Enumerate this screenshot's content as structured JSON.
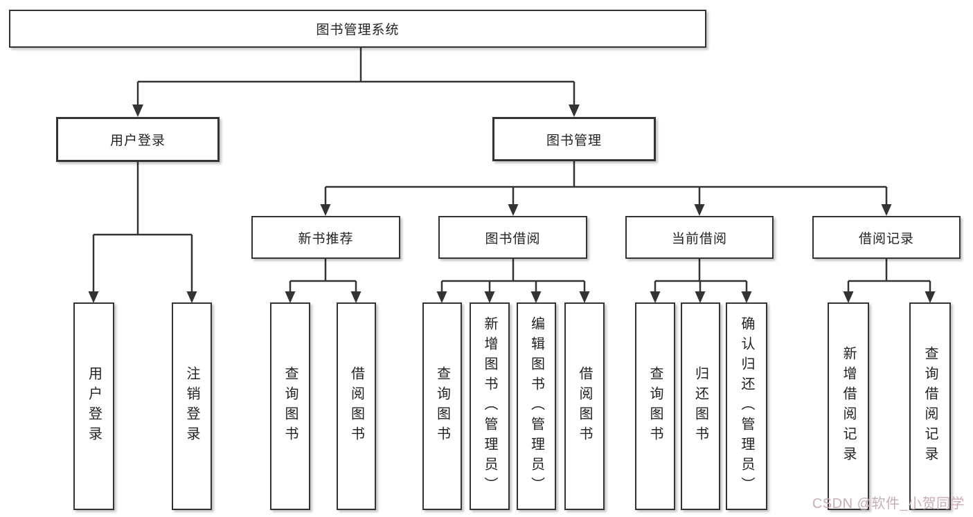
{
  "diagram": {
    "root": {
      "label": "图书管理系统"
    },
    "branches": [
      {
        "label": "用户登录",
        "children": [
          {
            "label": "用户登录"
          },
          {
            "label": "注销登录"
          }
        ]
      },
      {
        "label": "图书管理",
        "children": [
          {
            "label": "新书推荐",
            "children": [
              {
                "label": "查询图书"
              },
              {
                "label": "借阅图书"
              }
            ]
          },
          {
            "label": "图书借阅",
            "children": [
              {
                "label": "查询图书"
              },
              {
                "label": "新增图书（管理员）"
              },
              {
                "label": "编辑图书（管理员）"
              },
              {
                "label": "借阅图书"
              }
            ]
          },
          {
            "label": "当前借阅",
            "children": [
              {
                "label": "查询图书"
              },
              {
                "label": "归还图书"
              },
              {
                "label": "确认归还（管理员）"
              }
            ]
          },
          {
            "label": "借阅记录",
            "children": [
              {
                "label": "新增借阅记录"
              },
              {
                "label": "查询借阅记录"
              }
            ]
          }
        ]
      }
    ]
  },
  "watermark": {
    "text": "CSDN @软件_小贺同学"
  },
  "colors": {
    "line": "#333333",
    "box_border": "#333333",
    "text": "#222222",
    "watermark": "#c9adb3",
    "background": "#ffffff"
  }
}
